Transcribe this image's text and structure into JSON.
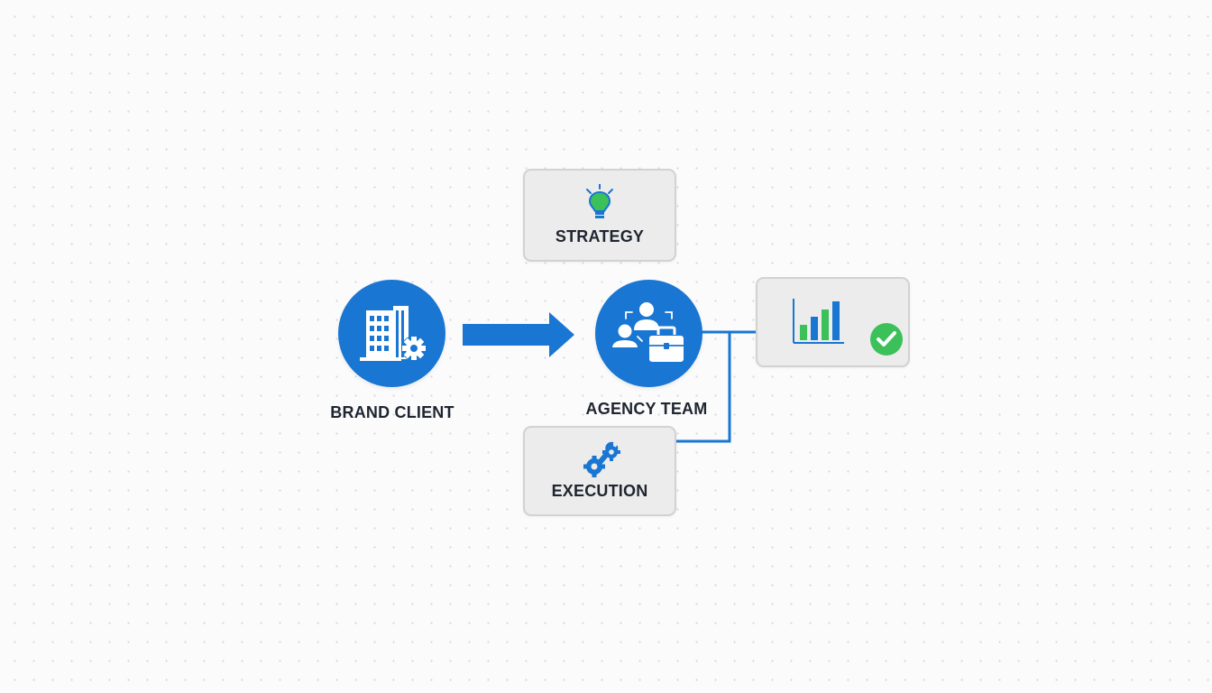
{
  "nodes": {
    "brand_client": {
      "label": "BRAND CLIENT",
      "icon": "building-gear-icon"
    },
    "agency_team": {
      "label": "AGENCY TEAM",
      "icon": "team-briefcase-icon"
    },
    "strategy": {
      "label": "STRATEGY",
      "icon": "lightbulb-icon"
    },
    "execution": {
      "label": "EXECUTION",
      "icon": "wrench-gear-icon"
    },
    "results": {
      "icons": [
        "bar-chart-icon",
        "check-circle-icon"
      ]
    }
  },
  "colors": {
    "primary_blue": "#1976d2",
    "green": "#3cc05a",
    "box_fill": "#ececec",
    "box_border": "#d2d2d2",
    "text": "#1f2530"
  }
}
